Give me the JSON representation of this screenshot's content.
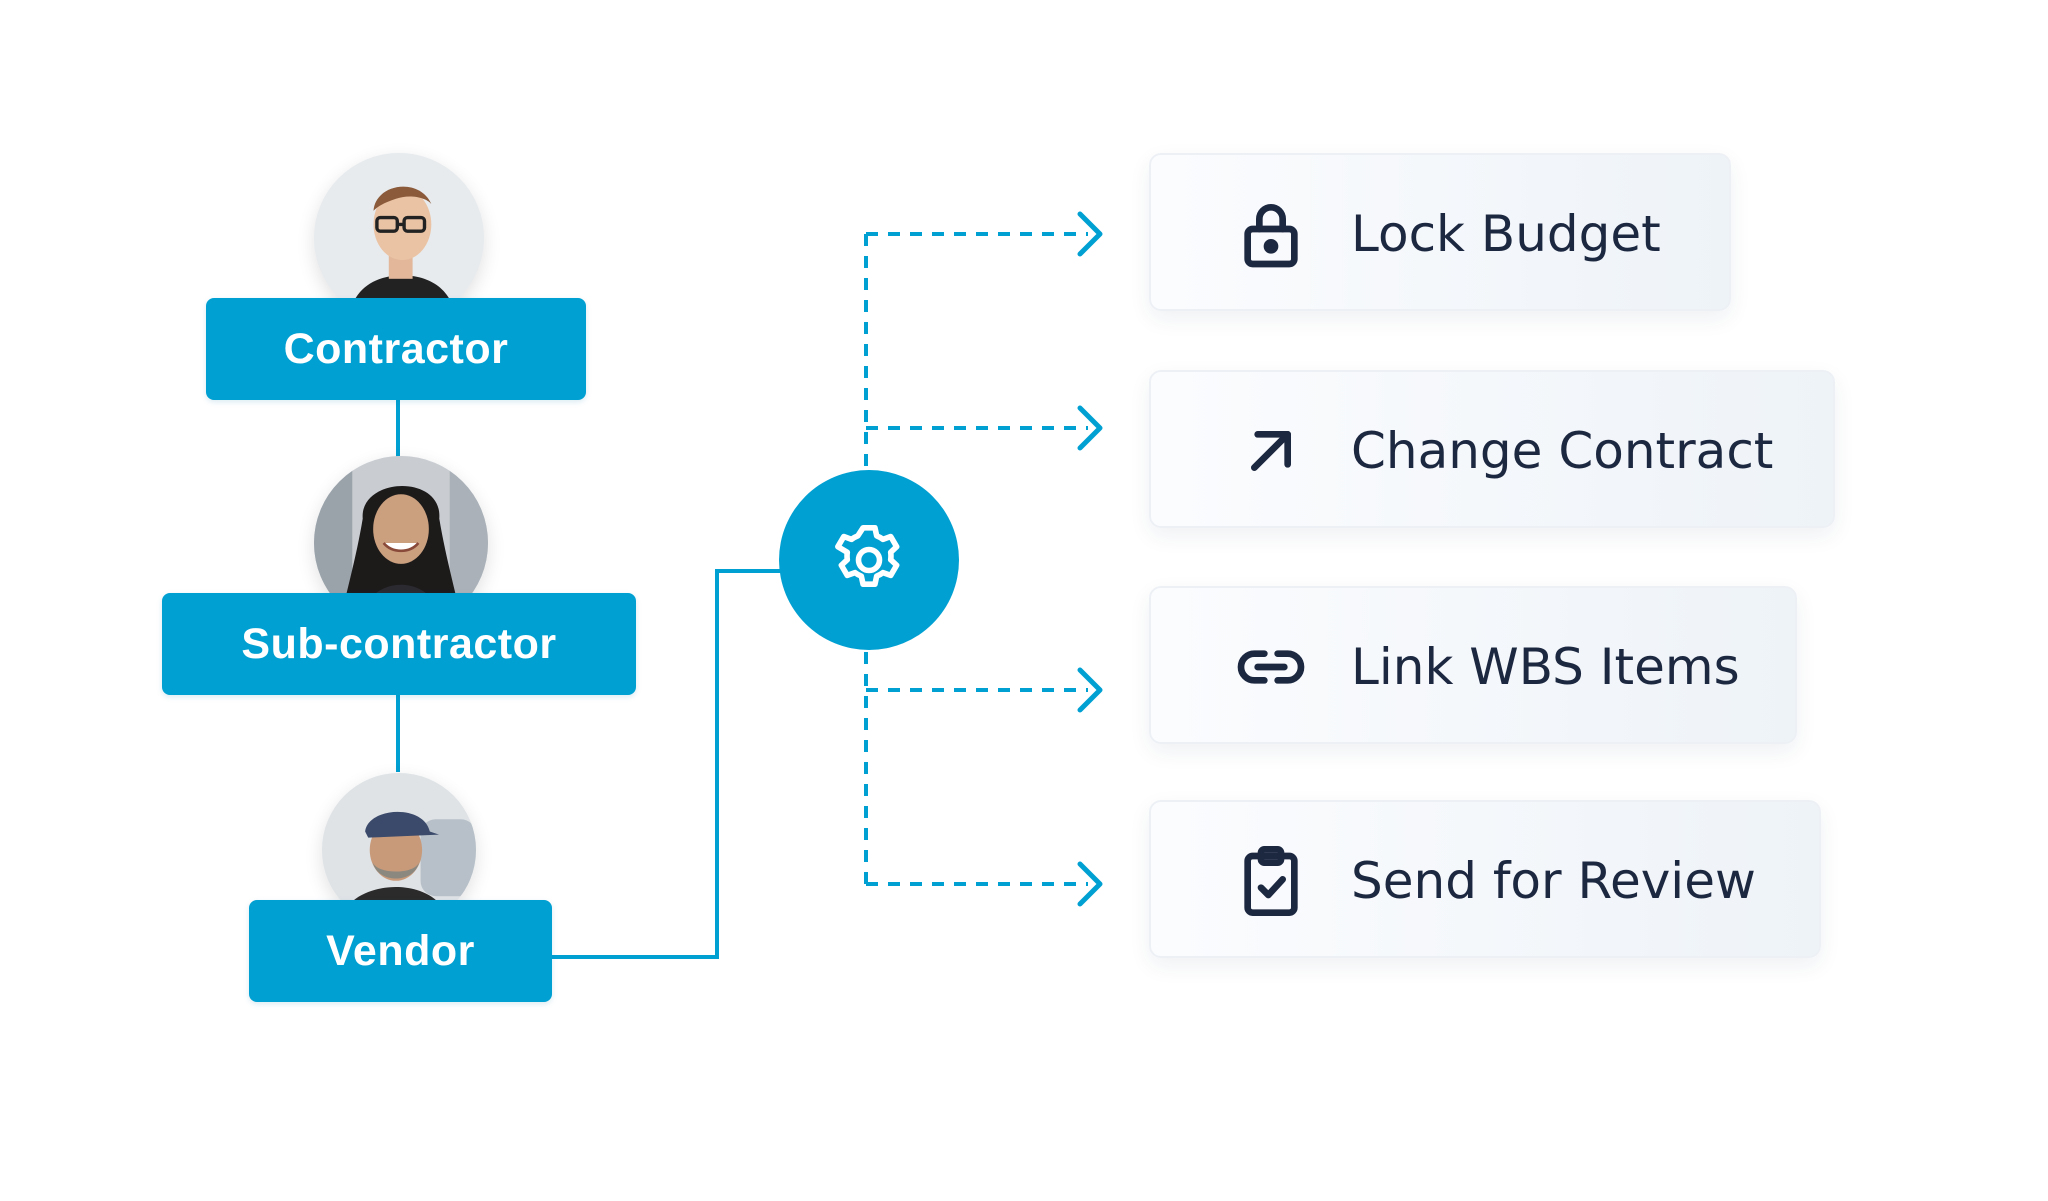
{
  "roles": {
    "contractor": {
      "label": "Contractor"
    },
    "subcontractor": {
      "label": "Sub-contractor"
    },
    "vendor": {
      "label": "Vendor"
    }
  },
  "hub": {
    "icon": "gear-icon"
  },
  "actions": [
    {
      "label": "Lock Budget",
      "icon": "lock-icon"
    },
    {
      "label": "Change Contract",
      "icon": "arrow-up-right-icon"
    },
    {
      "label": "Link WBS Items",
      "icon": "link-icon"
    },
    {
      "label": "Send for Review",
      "icon": "clipboard-check-icon"
    }
  ],
  "colors": {
    "accent": "#00a0d2",
    "text_dark": "#1c2740",
    "card_bg": "#f3f6fa"
  }
}
